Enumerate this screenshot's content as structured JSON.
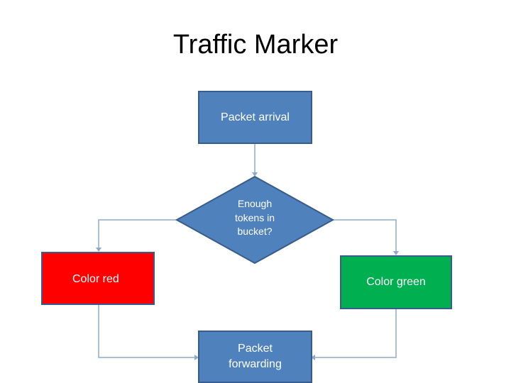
{
  "title": "Traffic Marker",
  "nodes": {
    "packet_arrival": "Packet arrival",
    "decision": "Enough\ntokens in\nbucket?",
    "color_red": "Color red",
    "color_green": "Color green",
    "packet_forwarding": "Packet\nforwarding"
  },
  "colors": {
    "process_fill": "#4f81bd",
    "process_border": "#385d8a",
    "red_fill": "#ff0000",
    "green_fill": "#00b050",
    "connector": "#8eaacb"
  }
}
